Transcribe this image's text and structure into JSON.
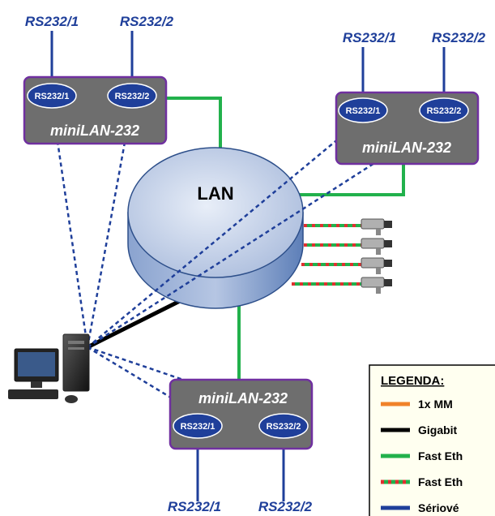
{
  "diagram": {
    "lan_label": "LAN",
    "nodes": {
      "top_left": {
        "title": "miniLAN-232",
        "port1": "RS232/1",
        "port2": "RS232/2",
        "ext1": "RS232/1",
        "ext2": "RS232/2"
      },
      "top_right": {
        "title": "miniLAN-232",
        "port1": "RS232/1",
        "port2": "RS232/2",
        "ext1": "RS232/1",
        "ext2": "RS232/2"
      },
      "bottom": {
        "title": "miniLAN-232",
        "port1": "RS232/1",
        "port2": "RS232/2",
        "ext1": "RS232/1",
        "ext2": "RS232/2"
      }
    },
    "legend": {
      "title": "LEGENDA:",
      "items": [
        {
          "label": "1x MM",
          "color": "#f0822a",
          "style": "solid"
        },
        {
          "label": "Gigabit",
          "color": "#000000",
          "style": "solid"
        },
        {
          "label": "Fast Eth",
          "color": "#22b14c",
          "style": "solid"
        },
        {
          "label": "Fast Eth",
          "color": "#22b14c",
          "style": "dashed-red"
        },
        {
          "label": "Sériové",
          "color": "#1f3f9a",
          "style": "solid"
        }
      ]
    },
    "colors": {
      "box_fill": "#6e6e6e",
      "box_border": "#7030a0",
      "port_fill": "#1f3f9a",
      "serial_line": "#1f3f9a",
      "fast_eth": "#22b14c",
      "gigabit": "#000000",
      "lan_top": "#c8d6ec",
      "lan_side": "#6f8fc4"
    }
  }
}
